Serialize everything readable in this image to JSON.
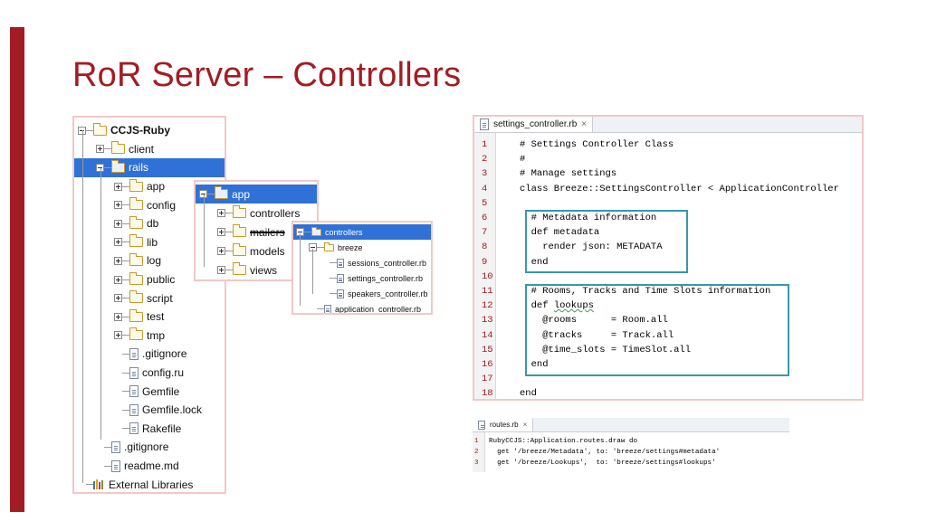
{
  "slide": {
    "title": "RoR Server – Controllers",
    "accent_color": "#a31c24"
  },
  "project_tree": {
    "items": [
      {
        "label": "CCJS-Ruby",
        "type": "folder",
        "expander": "minus",
        "bold": true
      },
      {
        "label": "client",
        "type": "folder",
        "expander": "plus"
      },
      {
        "label": "rails",
        "type": "folder",
        "expander": "minus",
        "selected": true
      },
      {
        "label": "app",
        "type": "folder",
        "expander": "plus"
      },
      {
        "label": "config",
        "type": "folder",
        "expander": "plus"
      },
      {
        "label": "db",
        "type": "folder",
        "expander": "plus"
      },
      {
        "label": "lib",
        "type": "folder",
        "expander": "plus"
      },
      {
        "label": "log",
        "type": "folder",
        "expander": "plus"
      },
      {
        "label": "public",
        "type": "folder",
        "expander": "plus"
      },
      {
        "label": "script",
        "type": "folder",
        "expander": "plus"
      },
      {
        "label": "test",
        "type": "folder",
        "expander": "plus"
      },
      {
        "label": "tmp",
        "type": "folder",
        "expander": "plus"
      },
      {
        "label": ".gitignore",
        "type": "file"
      },
      {
        "label": "config.ru",
        "type": "file"
      },
      {
        "label": "Gemfile",
        "type": "file"
      },
      {
        "label": "Gemfile.lock",
        "type": "file"
      },
      {
        "label": "Rakefile",
        "type": "file"
      },
      {
        "label": ".gitignore",
        "type": "file"
      },
      {
        "label": "readme.md",
        "type": "file"
      },
      {
        "label": "External Libraries",
        "type": "library"
      }
    ]
  },
  "app_tree": {
    "items": [
      {
        "label": "app",
        "type": "folder",
        "expander": "minus",
        "selected": true
      },
      {
        "label": "controllers",
        "type": "folder",
        "expander": "plus"
      },
      {
        "label": "mailers",
        "type": "folder",
        "expander": "plus",
        "strike": true
      },
      {
        "label": "models",
        "type": "folder",
        "expander": "plus"
      },
      {
        "label": "views",
        "type": "folder",
        "expander": "plus"
      }
    ]
  },
  "controllers_tree": {
    "items": [
      {
        "label": "controllers",
        "type": "folder",
        "expander": "minus",
        "selected": true
      },
      {
        "label": "breeze",
        "type": "folder",
        "expander": "minus"
      },
      {
        "label": "sessions_controller.rb",
        "type": "file"
      },
      {
        "label": "settings_controller.rb",
        "type": "file"
      },
      {
        "label": "speakers_controller.rb",
        "type": "file"
      },
      {
        "label": "application_controller.rb",
        "type": "file"
      }
    ]
  },
  "settings_editor": {
    "tab_label": "settings_controller.rb",
    "close_glyph": "×",
    "highlight_color": "#3a97a8",
    "lines": [
      {
        "num": "1",
        "text": "# Settings Controller Class"
      },
      {
        "num": "2",
        "text": "#"
      },
      {
        "num": "3",
        "text": "# Manage settings"
      },
      {
        "num": "4",
        "text": "class Breeze::SettingsController < ApplicationController"
      },
      {
        "num": "5",
        "text": ""
      },
      {
        "num": "6",
        "text": "  # Metadata information"
      },
      {
        "num": "7",
        "text": "  def metadata"
      },
      {
        "num": "8",
        "text": "    render json: METADATA"
      },
      {
        "num": "9",
        "text": "  end"
      },
      {
        "num": "10",
        "text": ""
      },
      {
        "num": "11",
        "text": "  # Rooms, Tracks and Time Slots information"
      },
      {
        "num": "12",
        "text": "  def lookups"
      },
      {
        "num": "13",
        "text": "    @rooms      = Room.all"
      },
      {
        "num": "14",
        "text": "    @tracks     = Track.all"
      },
      {
        "num": "15",
        "text": "    @time_slots = TimeSlot.all"
      },
      {
        "num": "16",
        "text": "  end"
      },
      {
        "num": "17",
        "text": ""
      },
      {
        "num": "18",
        "text": "end"
      }
    ]
  },
  "routes_editor": {
    "tab_label": "routes.rb",
    "close_glyph": "×",
    "lines": [
      {
        "num": "1",
        "text": "RubyCCJS::Application.routes.draw do"
      },
      {
        "num": "2",
        "text": "  get '/breeze/Metadata', to: 'breeze/settings#metadata'"
      },
      {
        "num": "3",
        "text": "  get '/breeze/Lookups',  to: 'breeze/settings#lookups'"
      }
    ]
  }
}
